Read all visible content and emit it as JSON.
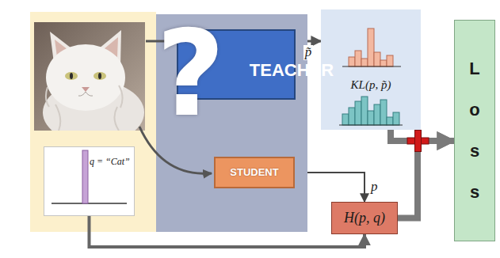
{
  "diagram": {
    "nodes": [
      {
        "text": [
          "q = “Cat”"
        ]
      },
      {
        "text": [
          "?"
        ]
      },
      {
        "text": [
          "TEACHER"
        ],
        "in": 1
      },
      {
        "text": [
          "STUDENT"
        ],
        "in": 1
      },
      {
        "text": [
          "KL(p, p̃)"
        ]
      },
      {
        "text": [
          "H(p, q)"
        ]
      },
      {
        "text": [
          "L o s s"
        ]
      }
    ],
    "edges": [
      {
        "from": 2,
        "to": 4,
        "arrow": "to",
        "label": "p̃"
      },
      {
        "from": 3,
        "to": 5,
        "arrow": "both",
        "label": "p"
      },
      {
        "from": 0,
        "to": 5,
        "arrow": "to"
      },
      {
        "from": 4,
        "to": 6,
        "arrow": "to"
      },
      {
        "from": 5,
        "to": 6,
        "arrow": "to"
      }
    ]
  }
}
